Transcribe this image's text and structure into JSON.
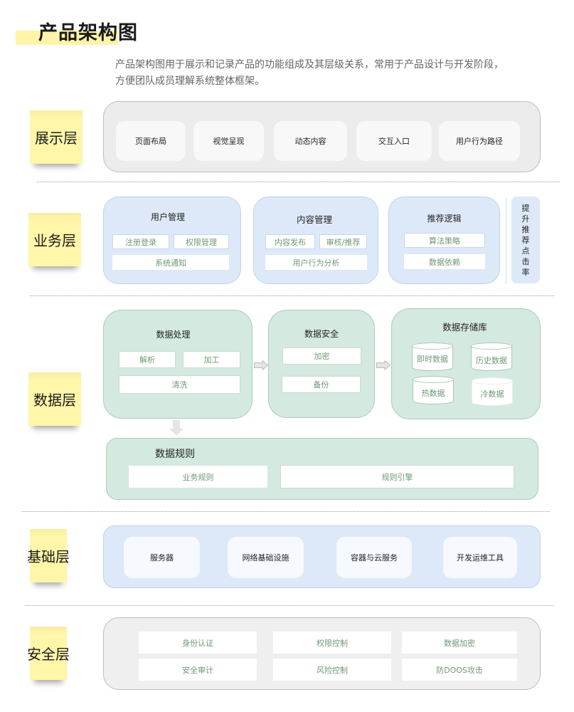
{
  "header": {
    "title": "产品架构图",
    "description_line1": "产品架构图用于展示和记录产品的功能组成及其层级关系，常用于产品设计与开发阶段，",
    "description_line2": "方便团队成员理解系统整体框架。"
  },
  "layers": {
    "presentation": {
      "label": "展示层",
      "items": [
        "页面布局",
        "视觉呈现",
        "动态内容",
        "交互入口",
        "用户行为路径"
      ]
    },
    "business": {
      "label": "业务层",
      "groups": [
        {
          "title": "用户管理",
          "items": [
            "注册登录",
            "权限管理",
            "系统通知"
          ]
        },
        {
          "title": "内容管理",
          "items": [
            "内容发布",
            "审核/推荐",
            "用户行为分析"
          ]
        },
        {
          "title": "推荐逻辑",
          "items": [
            "算法策略",
            "数据依赖"
          ]
        }
      ],
      "side_note_chars": [
        "提",
        "升",
        "推",
        "荐",
        "点",
        "击",
        "率"
      ]
    },
    "data": {
      "label": "数据层",
      "processing": {
        "title": "数据处理",
        "items": [
          "解析",
          "加工",
          "清洗"
        ]
      },
      "security": {
        "title": "数据安全",
        "items": [
          "加密",
          "备份"
        ]
      },
      "storage": {
        "title": "数据存储库",
        "items": [
          "即时数据",
          "历史数据",
          "热数据",
          "冷数据"
        ]
      },
      "rules": {
        "title": "数据规则",
        "items": [
          "业务规则",
          "规则引擎"
        ]
      }
    },
    "infrastructure": {
      "label": "基础层",
      "items": [
        "服务器",
        "网络基础设施",
        "容器与云服务",
        "开发运维工具"
      ]
    },
    "security": {
      "label": "安全层",
      "items": [
        "身份认证",
        "权限控制",
        "数据加密",
        "安全审计",
        "风险控制",
        "防DOOS攻击"
      ]
    }
  },
  "colors": {
    "sticky": "#fff6a9",
    "title_highlight": "#fff4a8",
    "panel_gray": "#ececec",
    "panel_blue": "#dde9f8",
    "panel_green": "#d4e9df",
    "chip_text": "#6e9a74"
  }
}
